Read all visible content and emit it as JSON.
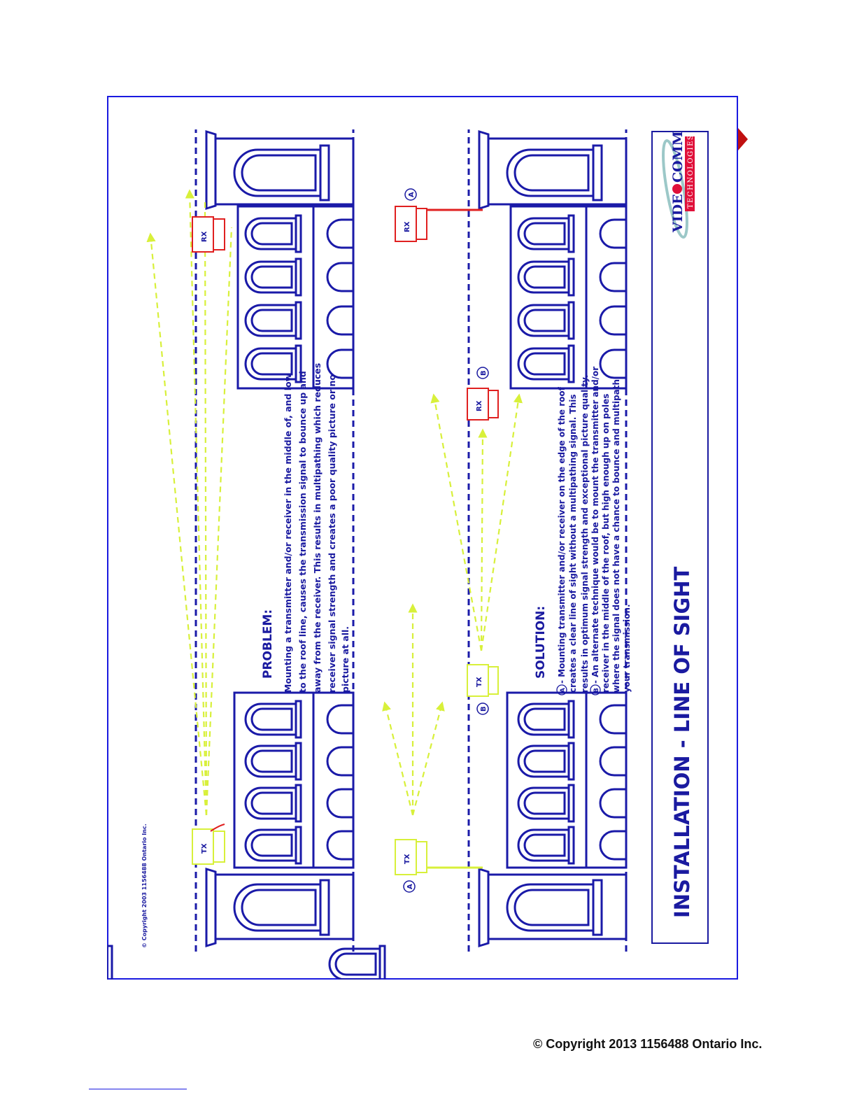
{
  "diagram": {
    "copyright_small": "© Copyright 2003  1156488 Ontario Inc.",
    "title": "INSTALLATION - LINE OF SIGHT",
    "logo": {
      "main_left": "VIDE",
      "main_right": "COMM",
      "sub": "TECHNOLOGIES"
    },
    "problem": {
      "heading": "PROBLEM:",
      "lines": [
        "Mounting a transmitter and/or receiver in the middle of, and low",
        "to the roof line, causes the transmission signal to bounce up and",
        "away from the receiver. This results in multipathing which reduces",
        "receiver signal strength and creates a poor quality picture or no",
        "picture at all."
      ]
    },
    "solution": {
      "heading": "SOLUTION:",
      "lines": [
        "- Mounting transmitter and/or receiver on the edge of the roof",
        "creates a clear line of sight without a multipathing signal. This",
        "results in optimum signal strength and exceptional picture quality.",
        "- An alternate technique would be to mount the transmitter and/or",
        "receiver in the middle of the roof, but high enough up on poles",
        "where the signal does not have a chance to bounce and multipath",
        "your transmission."
      ],
      "markers": [
        "A",
        "B"
      ]
    },
    "devices": {
      "tx": "TX",
      "rx": "RX",
      "marker_a": "A",
      "marker_b": "B"
    },
    "colors": {
      "building": "#1a1aa8",
      "tx": "#d8f03a",
      "rx": "#e02020",
      "accent": "#e0103a"
    }
  },
  "footer": {
    "copyright": "© Copyright 2013 1156488 Ontario Inc."
  }
}
